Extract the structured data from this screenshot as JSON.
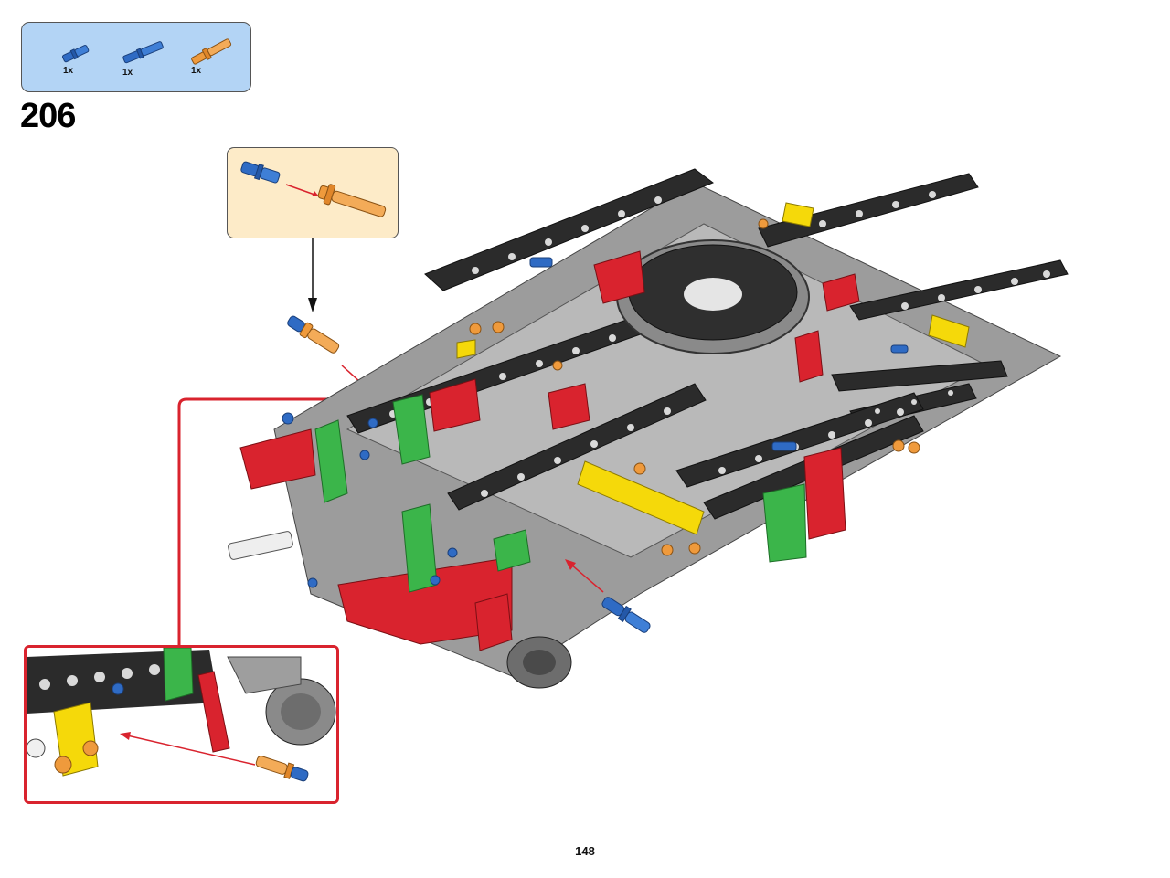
{
  "parts_list": {
    "items": [
      {
        "part": "blue-pin-with-axle-short",
        "color": "#2f6bc4",
        "quantity": "1x"
      },
      {
        "part": "blue-pin-long-friction",
        "color": "#2f6bc4",
        "quantity": "1x"
      },
      {
        "part": "orange-pin-long-with-stop",
        "color": "#ef9a3c",
        "quantity": "1x"
      }
    ]
  },
  "step": {
    "number": "206"
  },
  "subassembly_callout": {
    "background": "#fdebc8",
    "parts": [
      "blue-pin-with-axle",
      "orange-pin-long-with-stop"
    ]
  },
  "colors": {
    "frame_red": "#d9232e",
    "beam_dark": "#2b2b2b",
    "frame_gray": "#a9a9a9",
    "accent_green": "#3bb54a",
    "accent_yellow": "#f5d90a",
    "pin_blue": "#2f6bc4",
    "pin_orange": "#ef9a3c"
  },
  "page": {
    "number": "148"
  }
}
